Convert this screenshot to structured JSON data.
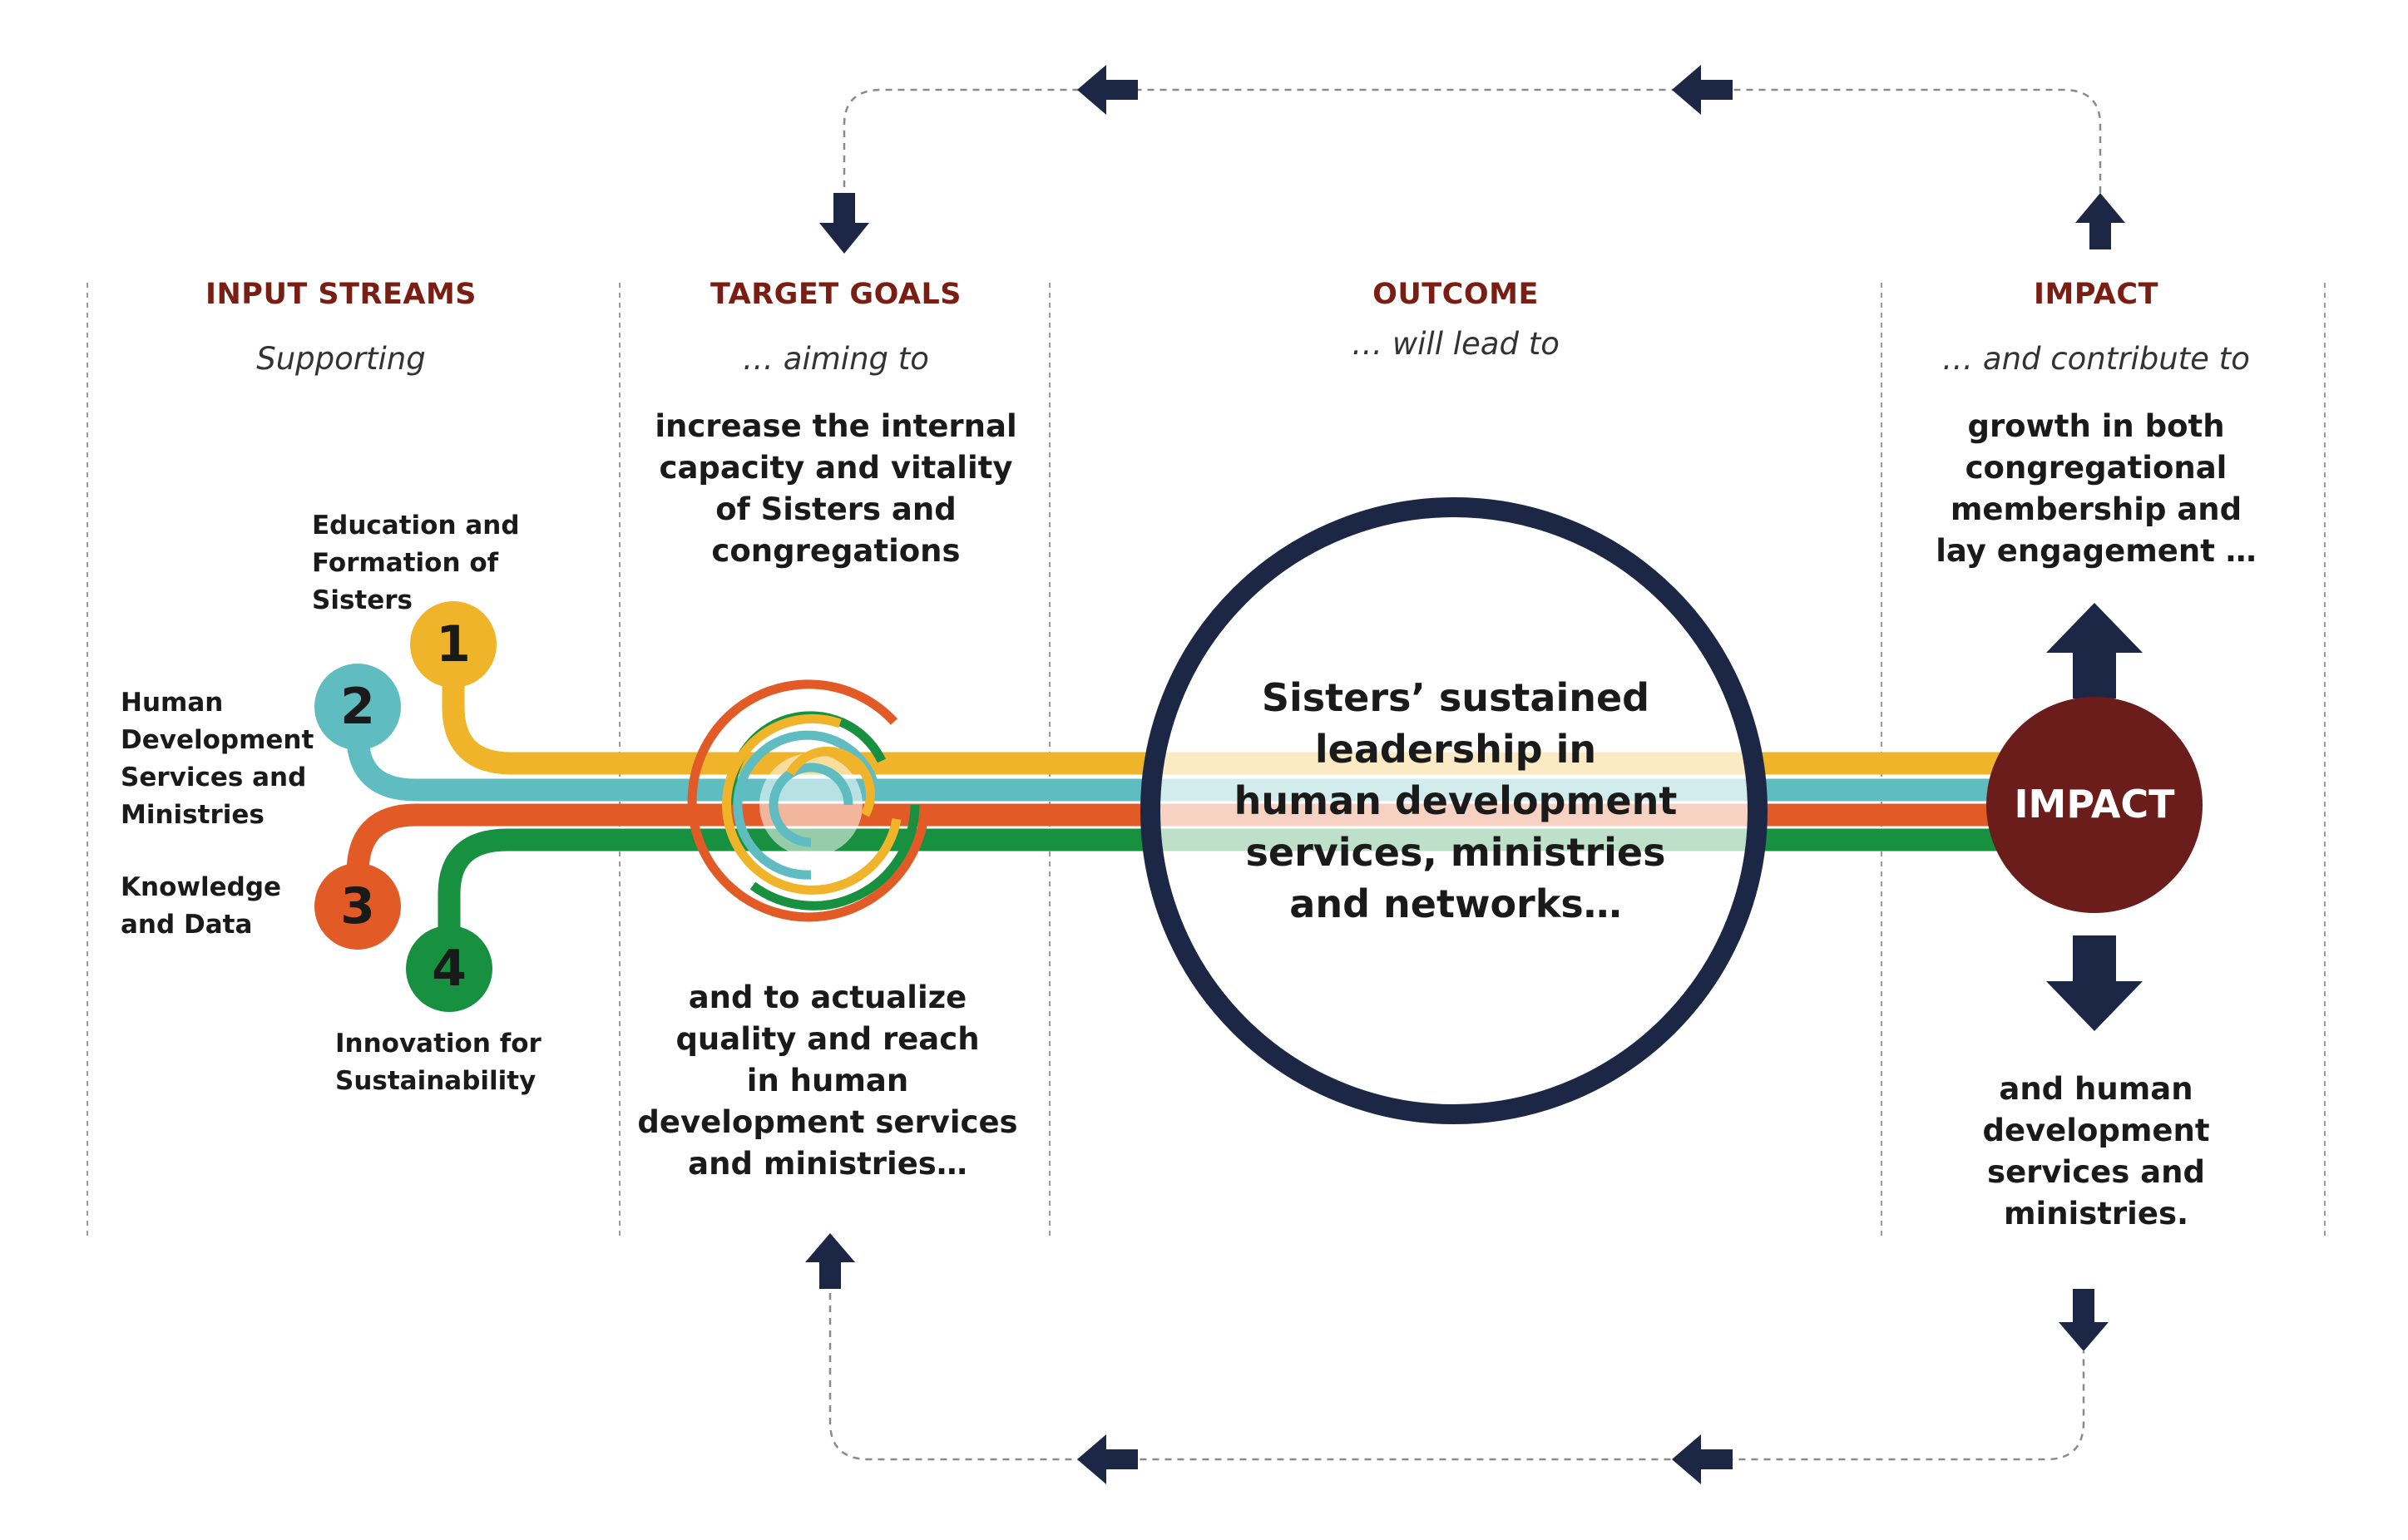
{
  "colors": {
    "stream1": "#f0b42a",
    "stream2": "#5fbcc0",
    "stream3": "#e25b27",
    "stream4": "#17913f",
    "navy": "#1c2745",
    "impact_fill": "#6b1d1b",
    "header_red": "#7a1e14"
  },
  "columns": {
    "input": {
      "header": "INPUT STREAMS",
      "sub": "Supporting"
    },
    "target": {
      "header": "TARGET GOALS",
      "sub": "… aiming to",
      "goal1": "increase the internal\ncapacity and vitality\nof Sisters and\ncongregations",
      "goal2": "and to actualize\nquality and reach\nin human\ndevelopment services\nand ministries…"
    },
    "outcome": {
      "header": "OUTCOME",
      "sub": "… will lead to",
      "text": "Sisters’ sustained\nleadership in\nhuman development\nservices, ministries\nand networks…"
    },
    "impact": {
      "header": "IMPACT",
      "sub": "… and contribute to",
      "text1": "growth in both\ncongregational\nmembership and\nlay engagement …",
      "circle_label": "IMPACT",
      "text2": "and human\ndevelopment\nservices and\nministries."
    }
  },
  "streams": [
    {
      "number": "1",
      "label": "Education and\nFormation of\nSisters"
    },
    {
      "number": "2",
      "label": "Human\nDevelopment\nServices and\nMinistries"
    },
    {
      "number": "3",
      "label": "Knowledge\nand Data"
    },
    {
      "number": "4",
      "label": "Innovation for\nSustainability"
    }
  ]
}
